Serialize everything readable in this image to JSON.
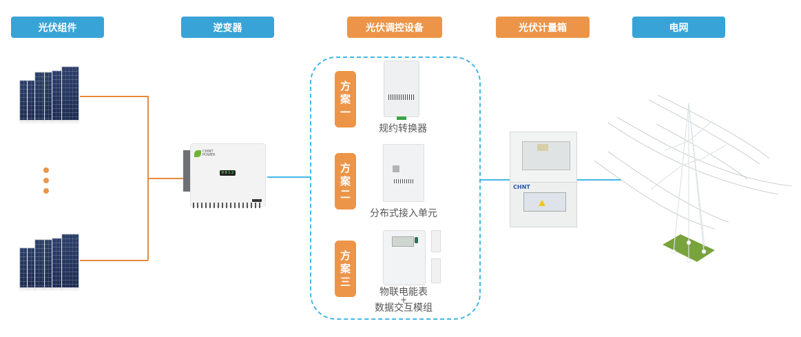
{
  "headers": [
    {
      "label": "光伏组件",
      "color": "#38a3d6"
    },
    {
      "label": "逆变器",
      "color": "#38a3d6"
    },
    {
      "label": "光伏调控设备",
      "color": "#ec9548"
    },
    {
      "label": "光伏计量箱",
      "color": "#ec9548"
    },
    {
      "label": "电网",
      "color": "#38a3d6"
    }
  ],
  "schemes": [
    {
      "badge": [
        "方",
        "案",
        "一"
      ],
      "caption": "规约转换器"
    },
    {
      "badge": [
        "方",
        "案",
        "二"
      ],
      "caption": "分布式接入单元"
    },
    {
      "badge": [
        "方",
        "案",
        "三"
      ],
      "caption_line1": "物联电能表",
      "caption_plus": "+",
      "caption_line2": "数据交互模组"
    }
  ],
  "inverter": {
    "brand": "CHINT",
    "brand_sub": "POWER",
    "display": "8 8 1 2"
  },
  "meter_box": {
    "brand": "CHNT"
  },
  "colors": {
    "dc_line": "#e8893a",
    "ac_line": "#44b6e6",
    "grass": "#79a33c"
  }
}
